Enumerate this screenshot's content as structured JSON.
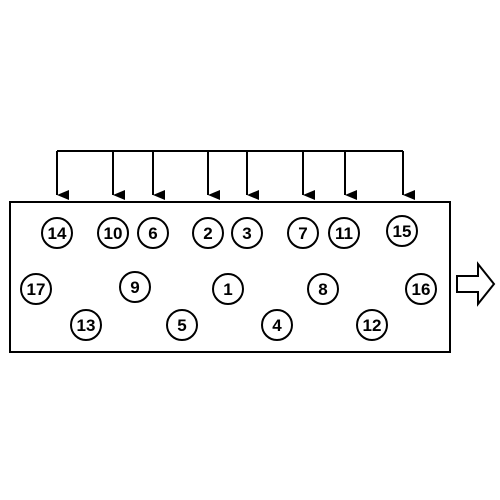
{
  "diagram": {
    "bolts": [
      {
        "label": "1"
      },
      {
        "label": "2"
      },
      {
        "label": "3"
      },
      {
        "label": "4"
      },
      {
        "label": "5"
      },
      {
        "label": "6"
      },
      {
        "label": "7"
      },
      {
        "label": "8"
      },
      {
        "label": "9"
      },
      {
        "label": "10"
      },
      {
        "label": "11"
      },
      {
        "label": "12"
      },
      {
        "label": "13"
      },
      {
        "label": "14"
      },
      {
        "label": "15"
      },
      {
        "label": "16"
      },
      {
        "label": "17"
      }
    ],
    "icons": {
      "direction": "right-arrow-icon",
      "pointer": "down-arrow-icon"
    },
    "colors": {
      "stroke": "#000000",
      "background": "#ffffff"
    }
  }
}
